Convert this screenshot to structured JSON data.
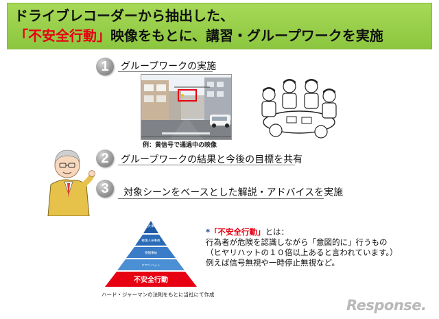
{
  "header": {
    "line1": "ドライブレコーダーから抽出した、",
    "accent": "「不安全行動」",
    "line2_rest": "映像をもとに、講習・グループワークを実施"
  },
  "steps": [
    {
      "num": "1",
      "text": "グループワークの実施"
    },
    {
      "num": "2",
      "text": "グループワークの結果と今後の目標を共有"
    },
    {
      "num": "3",
      "text": "対象シーンをベースとした解説・アドバイスを実施"
    }
  ],
  "photo": {
    "caption": "例：黄信号で通過中の映像"
  },
  "pyramid": {
    "levels": [
      "重大事故",
      "軽傷人身事故",
      "物損事故",
      "ヒヤリハット",
      "不安全行動"
    ],
    "caption": "ハード・ジャーマンの法則をもとに当社にて作成"
  },
  "definition": {
    "prefix": "*",
    "term": "「不安全行動」",
    "suffix": "とは：",
    "lines": [
      "行為者が危険を認識しながら「意図的に」行うもの",
      "（ヒヤリハットの１０倍以上あると言われています。）",
      "例えば信号無視や一時停止無視など。"
    ]
  },
  "logo": {
    "text": "Response."
  },
  "colors": {
    "header_bg": "#8cc63f",
    "accent_red": "#e60012",
    "definition_blue": "#1e3f8c"
  }
}
